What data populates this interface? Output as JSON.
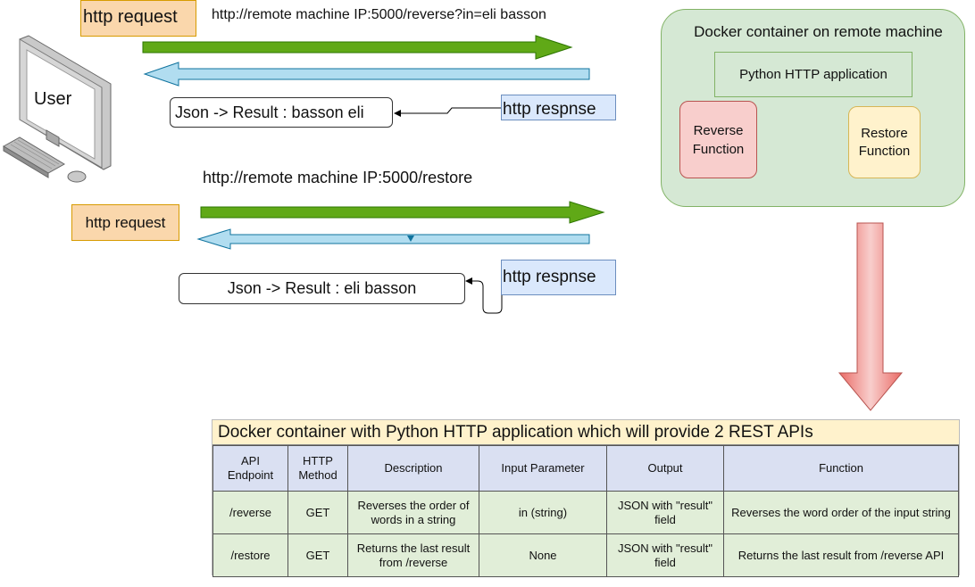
{
  "user": {
    "label": "User"
  },
  "request1": {
    "box_label": "http request",
    "url": "http://remote machine IP:5000/reverse?in=eli basson",
    "response_label": "http respnse",
    "result": "Json -> Result : basson eli"
  },
  "request2": {
    "box_label": "http request",
    "url": "http://remote machine IP:5000/restore",
    "response_label": "http respnse",
    "result": "Json -> Result : eli basson"
  },
  "container": {
    "title": "Docker container on remote machine",
    "app": "Python HTTP application",
    "reverse_fn": "Reverse\nFunction",
    "restore_fn": "Restore\nFunction"
  },
  "table": {
    "title": "Docker container with Python HTTP application which will provide 2 REST APIs",
    "headers": [
      "API Endpoint",
      "HTTP\nMethod",
      "Description",
      "Input Parameter",
      "Output",
      "Function"
    ],
    "rows": [
      [
        "/reverse",
        "GET",
        "Reverses the order of\nwords in a string",
        "in (string)",
        "JSON with \"result\"\nfield",
        "Reverses the word order of the input string"
      ],
      [
        "/restore",
        "GET",
        "Returns the last result\nfrom /reverse",
        "None",
        "JSON with \"result\"\nfield",
        "Returns the last result from /reverse API"
      ]
    ]
  },
  "colors": {
    "request_arrow": "#60a917",
    "response_arrow": "#b1ddf0",
    "flow_arrow": "#f19c99",
    "container_fill": "#d5e8d4",
    "reverse_fill": "#f8cecc",
    "restore_fill": "#fff2cc"
  },
  "icons": {
    "user": "desktop-computer-icon"
  }
}
